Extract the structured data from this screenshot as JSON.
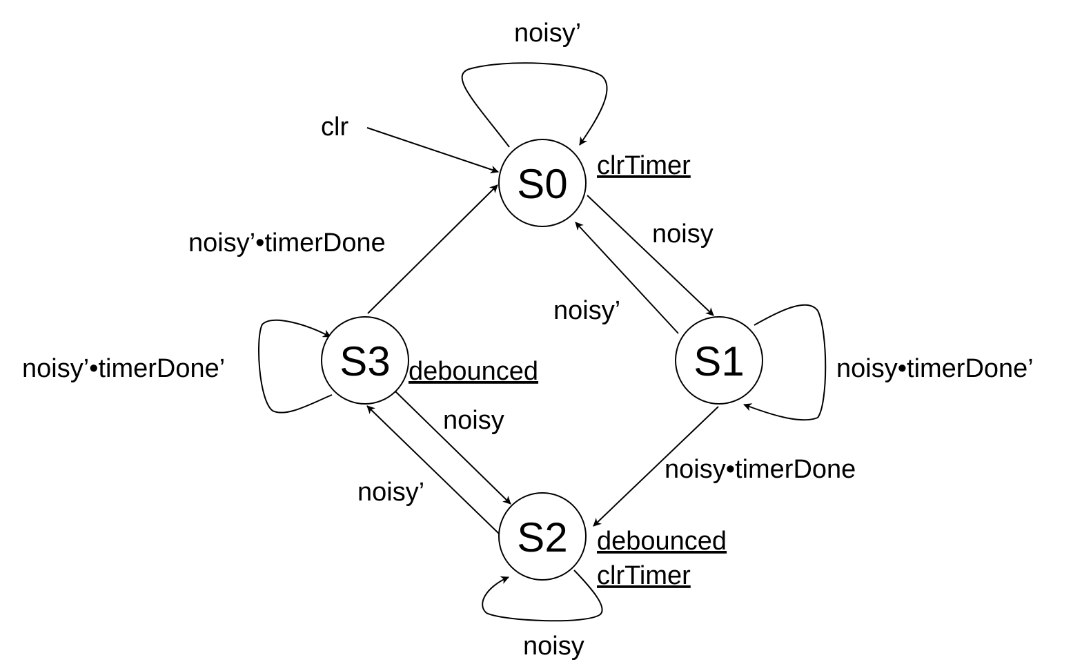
{
  "states": {
    "s0": "S0",
    "s1": "S1",
    "s2": "S2",
    "s3": "S3"
  },
  "reset": {
    "label": "clr"
  },
  "outputs": {
    "s0": "clrTimer",
    "s2_line1": "debounced",
    "s2_line2": "clrTimer",
    "s3": "debounced"
  },
  "transitions": {
    "s0_self": "noisy’",
    "s0_to_s1": "noisy",
    "s1_to_s0": "noisy’",
    "s1_self": "noisy•timerDone’",
    "s1_to_s2": "noisy•timerDone",
    "s2_self": "noisy",
    "s2_to_s3": "noisy’",
    "s3_to_s2": "noisy",
    "s3_self": "noisy’•timerDone’",
    "s3_to_s0": "noisy’•timerDone"
  }
}
